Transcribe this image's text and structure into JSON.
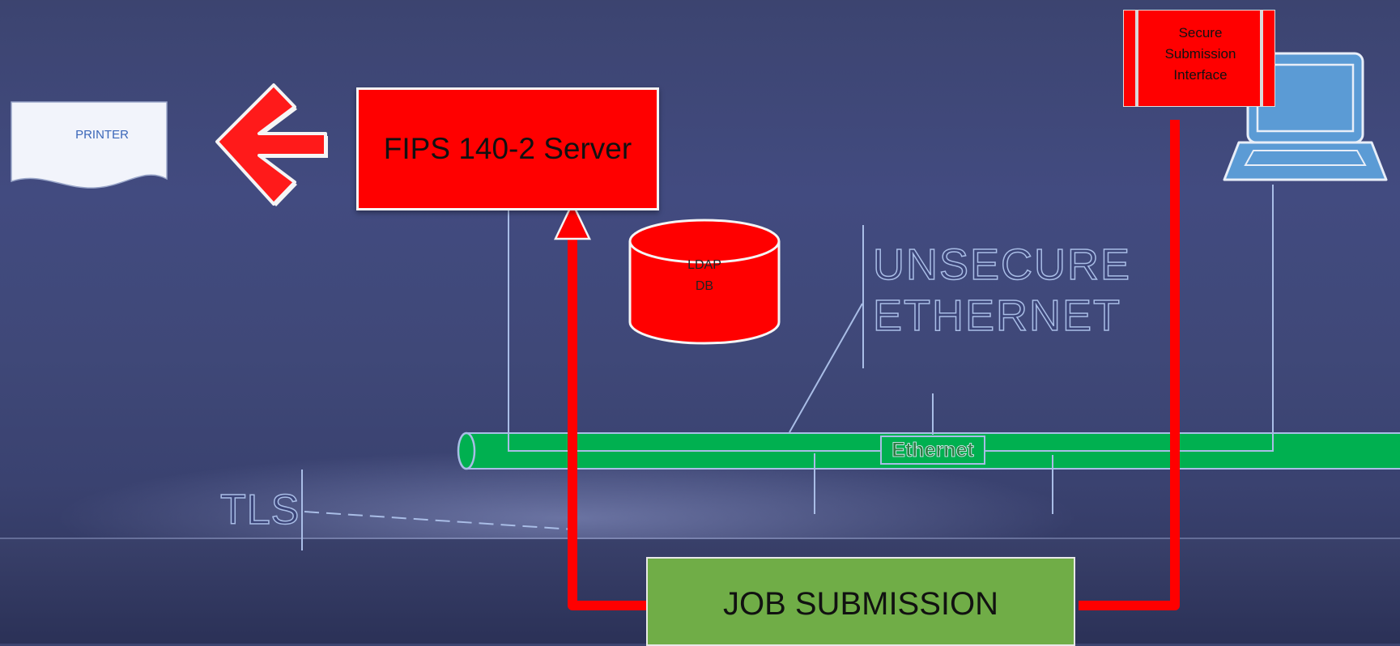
{
  "printer": {
    "label": "PRINTER"
  },
  "server": {
    "label": "FIPS 140-2 Server"
  },
  "ldap": {
    "line1": "LDAP",
    "line2": "DB"
  },
  "unsecure": {
    "line1": "UNSECURE",
    "line2": "ETHERNET"
  },
  "ethernet": {
    "label": "Ethernet"
  },
  "tls": {
    "label": "TLS"
  },
  "secure_interface": {
    "line1": "Secure",
    "line2": "Submission",
    "line3": "Interface"
  },
  "job_submission": {
    "label": "JOB SUBMISSION"
  },
  "colors": {
    "server": "#ff0000",
    "secure_path": "#ff0000",
    "ethernet_bus": "#00b050",
    "job_submission": "#70ad47",
    "laptop": "#5b9bd5",
    "outline_text": "#a9bde6"
  },
  "icons": [
    "printer-icon",
    "left-arrow-icon",
    "database-icon",
    "laptop-icon"
  ]
}
